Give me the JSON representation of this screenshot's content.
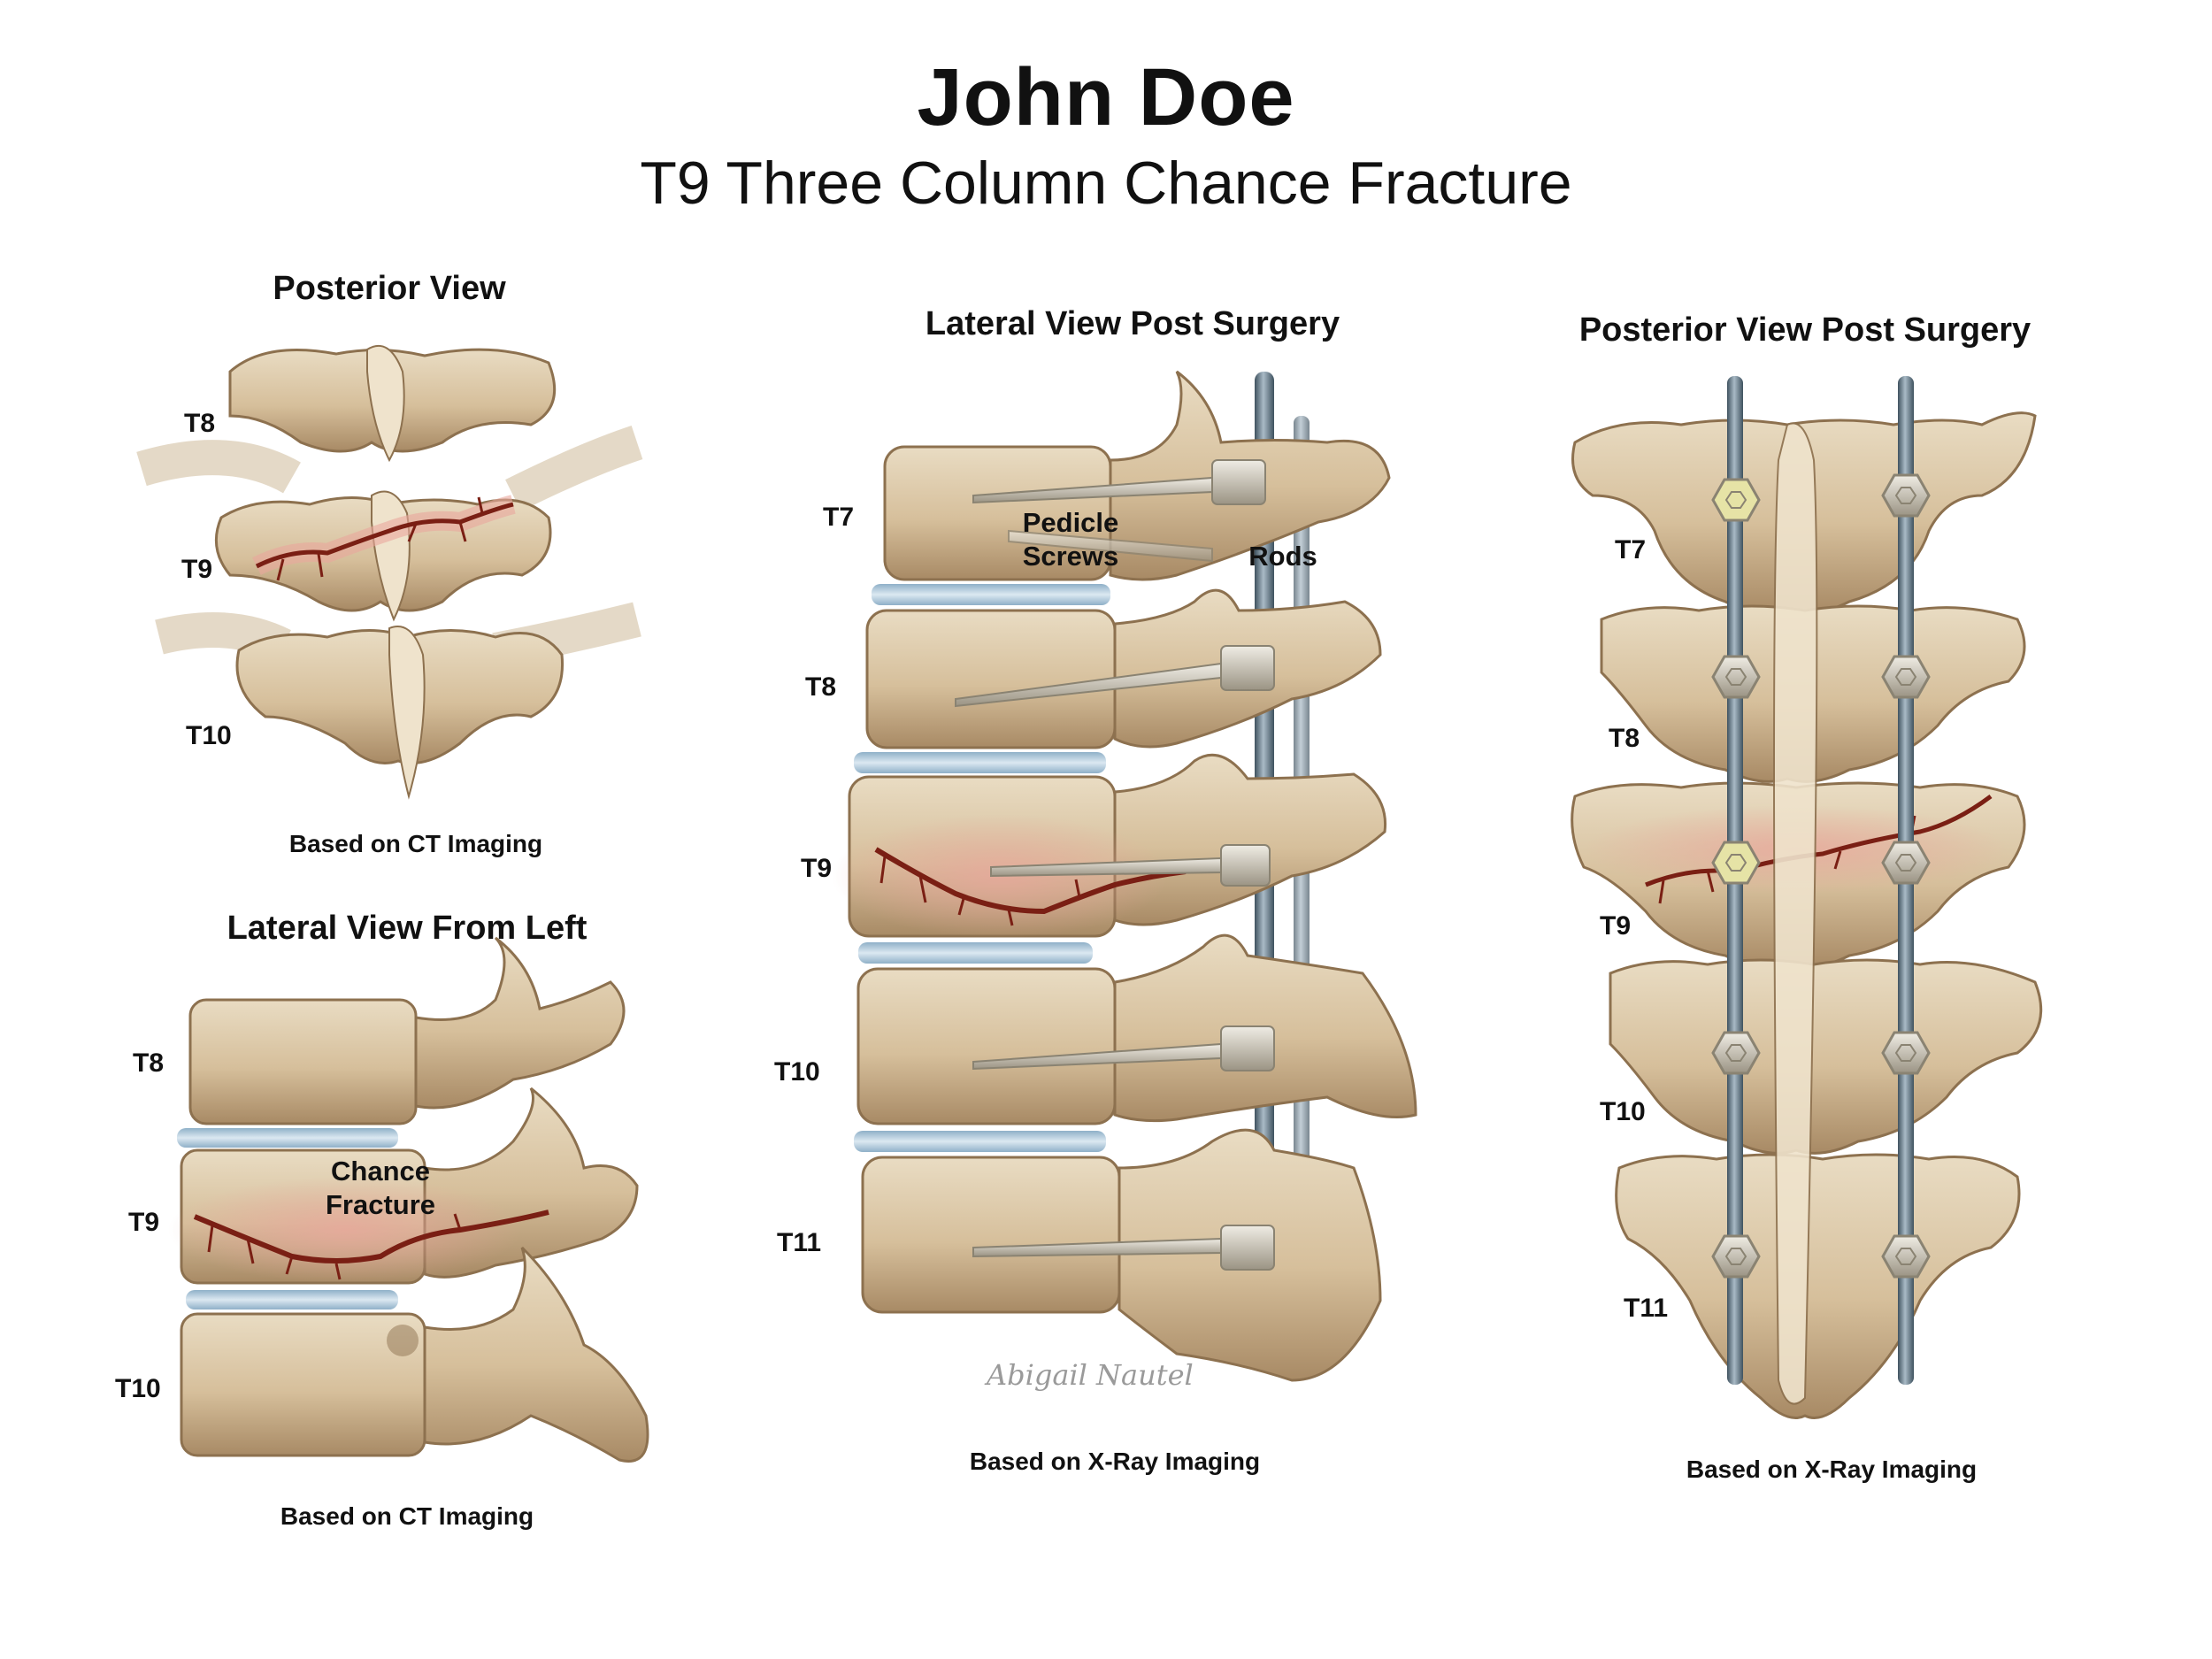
{
  "header": {
    "title": "John Doe",
    "subtitle": "T9 Three Column Chance Fracture"
  },
  "panels": {
    "posterior": {
      "title": "Posterior View",
      "levels": [
        "T8",
        "T9",
        "T10"
      ],
      "caption": "Based on CT Imaging"
    },
    "lateral_left": {
      "title": "Lateral View From Left",
      "levels": [
        "T8",
        "T9",
        "T10"
      ],
      "annotation": "Chance Fracture",
      "caption": "Based on CT Imaging"
    },
    "lateral_post": {
      "title": "Lateral View Post Surgery",
      "levels": [
        "T7",
        "T8",
        "T9",
        "T10",
        "T11"
      ],
      "annotation_screws": "Pedicle Screws",
      "annotation_rods": "Rods",
      "caption": "Based on X-Ray Imaging"
    },
    "posterior_post": {
      "title": "Posterior View Post Surgery",
      "levels": [
        "T7",
        "T8",
        "T9",
        "T10",
        "T11"
      ],
      "caption": "Based on X-Ray Imaging"
    }
  },
  "signature": "Abigail Nautel",
  "colors": {
    "bone": "#d9c4a2",
    "bone_shadow": "#a98c68",
    "disc": "#b9cfe0",
    "fracture": "#7a1f14",
    "fracture_glow": "#e9a79c",
    "rod": "#5f7382",
    "screw": "#c9c3b4",
    "screw_highlight": "#e6e3a6"
  }
}
